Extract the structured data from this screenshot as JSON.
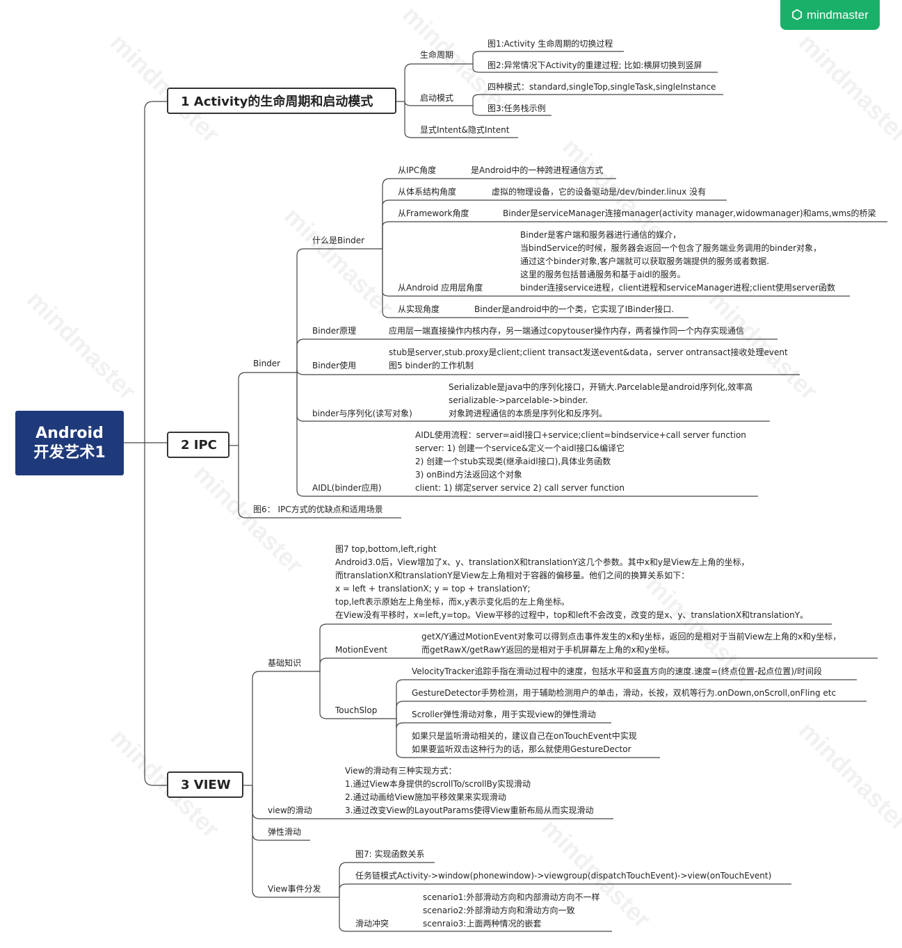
{
  "brand": {
    "logo_text": "mindmaster"
  },
  "root": {
    "line1": "Android",
    "line2": "开发艺术1"
  },
  "sections": {
    "activity": {
      "title": "1  Activity的生命周期和启动模式",
      "lifecycle": "生命周期",
      "fig1": "图1:Activity 生命周期的切换过程",
      "fig2": "图2:异常情况下Activity的重建过程; 比如:横屏切换到竖屏",
      "launchmode": "启动模式",
      "four_modes": "四种模式：standard,singleTop,singleTask,singleInstance",
      "fig3": "图3:任务栈示例",
      "intent": "显式Intent&隐式Intent"
    },
    "ipc": {
      "title": "2 IPC",
      "binder": "Binder",
      "what_binder": "什么是Binder",
      "from_ipc": "从IPC角度",
      "from_ipc_desc": "是Android中的一种跨进程通信方式",
      "from_arch": "从体系结构角度",
      "from_arch_desc": "虚拟的物理设备，它的设备驱动是/dev/binder.linux 没有",
      "from_fw": "从Framework角度",
      "from_fw_desc": "Binder是serviceManager连接manager(activity manager,widowmanager)和ams,wms的桥梁",
      "from_app": "从Android 应用层角度",
      "from_app_lines": [
        "Binder是客户端和服务器进行通信的媒介，",
        "当bindService的时候，服务器会返回一个包含了服务端业务调用的binder对象，",
        "通过这个binder对象,客户端就可以获取服务端提供的服务或者数据.",
        "这里的服务包括普通服务和基于aidl的服务。",
        "binder连接service进程，client进程和serviceManager进程;client使用server函数"
      ],
      "from_impl": "从实现角度",
      "from_impl_desc": "Binder是android中的一个类，它实现了IBinder接口.",
      "principle": "Binder原理",
      "principle_desc": "应用层一端直接操作内核内存，另一端通过copytouser操作内存，两者操作同一个内存实现通信",
      "usage": "Binder使用",
      "usage_lines": [
        "stub是server,stub.proxy是client;client transact发送event&data，server ontransact接收处理event",
        "图5 binder的工作机制"
      ],
      "serial": "binder与序列化(读写对象)",
      "serial_lines": [
        "Serializable是java中的序列化接口，开销大.Parcelable是android序列化,效率高",
        "serializable->parcelable->binder.",
        "对象跨进程通信的本质是序列化和反序列。"
      ],
      "aidl": "AIDL(binder应用)",
      "aidl_lines": [
        "AIDL使用流程：server=aidl接口+service;client=bindservice+call server function",
        "server: 1)  创建一个service&定义一个aidl接口&编译它",
        "2) 创建一个stub实现类(继承aidl接口),具体业务函数",
        "3) onBind方法返回这个对象",
        "client: 1) 绑定server service 2) call server function"
      ],
      "fig6": "图6： IPC方式的优缺点和适用场景"
    },
    "view": {
      "title": "3 VIEW",
      "basics": "基础知识",
      "basics_lines": [
        "图7 top,bottom,left,right",
        "Android3.0后，View增加了x、y、translationX和translationY这几个参数。其中x和y是View左上角的坐标，",
        "而translationX和translationY是View左上角相对于容器的偏移量。他们之间的换算关系如下：",
        "x = left + translationX;  y = top + translationY;",
        "top,left表示原始左上角坐标，而x,y表示变化后的左上角坐标。",
        "在View没有平移时，x=left,y=top。View平移的过程中，top和left不会改变，改变的是x、y、translationX和translationY。"
      ],
      "motion": "MotionEvent",
      "motion_lines": [
        "getX/Y通过MotionEvent对象可以得到点击事件发生的x和y坐标，返回的是相对于当前View左上角的x和y坐标，",
        "而getRawX/getRawY返回的是相对于手机屏幕左上角的x和y坐标。"
      ],
      "touchslop": "TouchSlop",
      "velocity": "VelocityTracker追踪手指在滑动过程中的速度，包括水平和竖直方向的速度.速度=(终点位置-起点位置)/时间段",
      "gesture": "GestureDetector手势检测，用于辅助检测用户的单击，滑动，长按，双机等行为.onDown,onScroll,onFling etc",
      "scroller": "Scroller弹性滑动对象，用于实现view的弹性滑动",
      "advice_lines": [
        "如果只是监听滑动相关的，建议自己在onTouchEvent中实现",
        "如果要监听双击这种行为的话，那么就使用GestureDector"
      ],
      "scrolling": "view的滑动",
      "scrolling_lines": [
        "View的滑动有三种实现方式：",
        "1.通过View本身提供的scrollTo/scrollBy实现滑动",
        "2.通过动画给View施加平移效果来实现滑动",
        "3.通过改变View的LayoutParams使得View重新布局从而实现滑动"
      ],
      "elastic": "弹性滑动",
      "dispatch": "View事件分发",
      "fig7b": "图7: 实现函数关系",
      "chain": "任务链模式Activity->window(phonewindow)->viewgroup(dispatchTouchEvent)->view(onTouchEvent)",
      "conflict": "滑动冲突",
      "conflict_lines": [
        "scenario1:外部滑动方向和内部滑动方向不一样",
        "scenario2:外部滑动方向和滑动方向一致",
        "scenraio3:上面两种情况的嵌套"
      ]
    }
  }
}
